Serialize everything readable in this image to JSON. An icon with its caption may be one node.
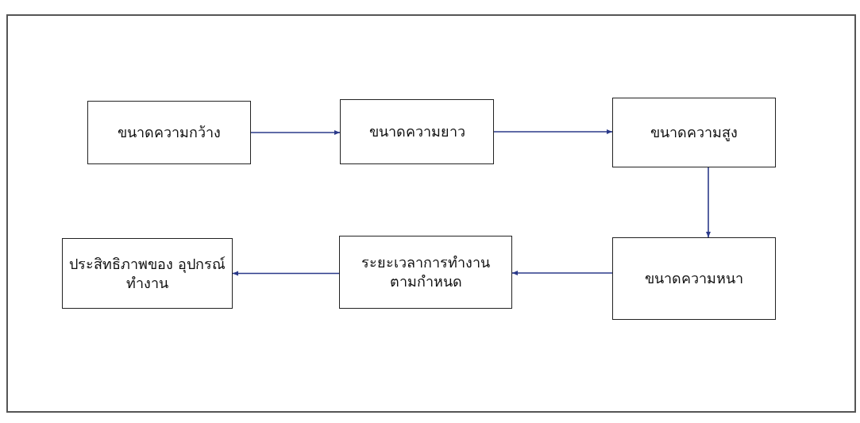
{
  "diagram": {
    "nodes": [
      {
        "text": [
          "ขนาดความกว้าง"
        ]
      },
      {
        "text": [
          "ขนาดความยาว"
        ]
      },
      {
        "text": [
          "ขนาดความสูง"
        ]
      },
      {
        "text": [
          "ขนาดความหนา"
        ]
      },
      {
        "text": [
          "ระยะเวลาการทำงาน ตามกำหนด"
        ]
      },
      {
        "text": [
          "ประสิทธิภาพของ อุปกรณ์ทำงาน"
        ]
      }
    ],
    "edges": [
      {
        "from": 0,
        "to": 1,
        "arrow": "to"
      },
      {
        "from": 1,
        "to": 2,
        "arrow": "to"
      },
      {
        "from": 2,
        "to": 3,
        "arrow": "to"
      },
      {
        "from": 3,
        "to": 4,
        "arrow": "to"
      },
      {
        "from": 4,
        "to": 5,
        "arrow": "to"
      }
    ]
  }
}
